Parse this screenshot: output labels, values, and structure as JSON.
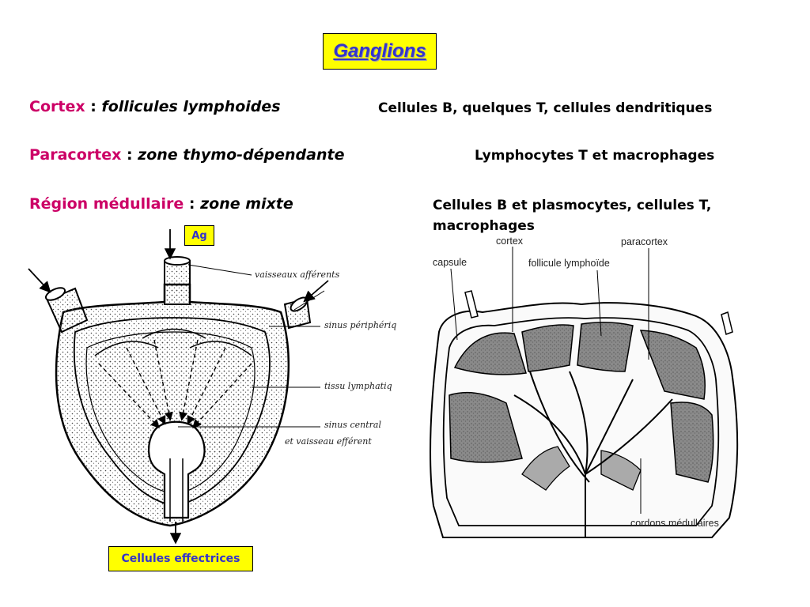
{
  "title": "Ganglions",
  "rows": [
    {
      "region": "Cortex",
      "sep": " : ",
      "desc": "follicules lymphoides",
      "cells": "Cellules B, quelques T, cellules dendritiques"
    },
    {
      "region": "Paracortex",
      "sep": " : ",
      "desc": "zone thymo-dépendante",
      "cells": "Lymphocytes T et macrophages"
    },
    {
      "region": "Région médullaire",
      "sep": " : ",
      "desc": "zone mixte",
      "cells_line1": "Cellules B et plasmocytes, cellules T,",
      "cells_line2": "macrophages"
    }
  ],
  "left_diagram": {
    "ag_label": "Ag",
    "effector_label": "Cellules effectrices",
    "labels": {
      "afferent": "vaisseaux afférents",
      "peripheral_sinus": "sinus périphériq",
      "lymphatic_tissue": "tissu lymphatiq",
      "central_sinus": "sinus central",
      "efferent": "et vaisseau efférent"
    }
  },
  "right_diagram": {
    "labels": {
      "capsule": "capsule",
      "cortex": "cortex",
      "follicle": "follicule lymphoïde",
      "paracortex": "paracortex",
      "medullary_cords": "cordons médullaires"
    }
  },
  "colors": {
    "title_bg": "#ffff00",
    "title_text": "#3333cc",
    "keyword": "#cc0066"
  }
}
